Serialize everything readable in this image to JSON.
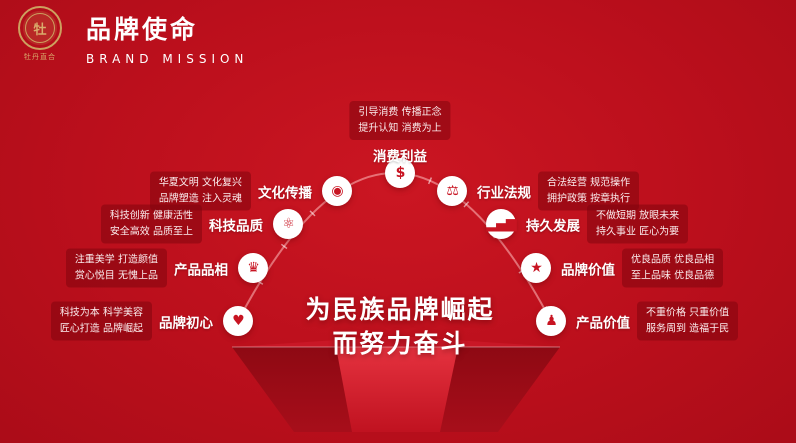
{
  "slide": {
    "logo": {
      "name": "牡丹直合",
      "mark": "牡"
    },
    "title": "品牌使命",
    "subtitle": "BRAND MISSION",
    "center_line1": "为民族品牌崛起",
    "center_line2": "而努力奋斗",
    "colors": {
      "background": "#BB0F1C",
      "accent": "#C81422",
      "gold": "#CDA05F",
      "icon_circle": "#FFFFFF"
    }
  },
  "nodes": [
    {
      "label": "品牌初心",
      "icon": "heart-icon",
      "glyph": "♥",
      "desc1": "科技为本 科学美容",
      "desc2": "匠心打造 品牌崛起"
    },
    {
      "label": "产品品相",
      "icon": "crown-icon",
      "glyph": "♛",
      "desc1": "注重美学 打造颜值",
      "desc2": "赏心悦目 无愧上品"
    },
    {
      "label": "科技品质",
      "icon": "atom-icon",
      "glyph": "⚛",
      "desc1": "科技创新 健康活性",
      "desc2": "安全高效 品质至上"
    },
    {
      "label": "文化传播",
      "icon": "target-icon",
      "glyph": "◉",
      "desc1": "华夏文明 文化复兴",
      "desc2": "品牌塑造 注入灵魂"
    },
    {
      "label": "消费利益",
      "icon": "money-bag-icon",
      "glyph": "$",
      "desc1": "引导消费 传播正念",
      "desc2": "提升认知 消费为上"
    },
    {
      "label": "行业法规",
      "icon": "scales-icon",
      "glyph": "⚖",
      "desc1": "合法经营 规范操作",
      "desc2": "拥护政策 按章执行"
    },
    {
      "label": "持久发展",
      "icon": "bar-chart-icon",
      "glyph": "▂▄▆",
      "desc1": "不做短期 放眼未来",
      "desc2": "持久事业 匠心为要"
    },
    {
      "label": "品牌价值",
      "icon": "badge-icon",
      "glyph": "★",
      "desc1": "优良品质 优良品相",
      "desc2": "至上品味 优良品德"
    },
    {
      "label": "产品价值",
      "icon": "person-icon",
      "glyph": "♟",
      "desc1": "不重价格 只重价值",
      "desc2": "服务周到 造福于民"
    }
  ]
}
